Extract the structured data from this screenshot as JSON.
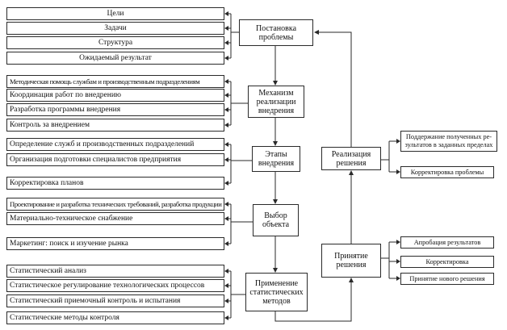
{
  "stages": {
    "problem": "Постановка\nпроблемы",
    "mechanism": "Механизм\nреализации\nвнедрения",
    "phases": "Этапы\nвнедрения",
    "object": "Выбор\nобъекта",
    "methods": "Применение\nстатистических\nметодов",
    "realization": "Реализация\nрешения",
    "decision": "Принятие\nрешения"
  },
  "problem_items": [
    "Цели",
    "Задачи",
    "Структура",
    "Ожидаемый результат"
  ],
  "mechanism_items": [
    "Методическая помощь службам и производственным подразделениям",
    "Координация работ по внедрению",
    "Разработка программы внедрения",
    "Контроль за внедрением"
  ],
  "phases_items": [
    "Определение служб и производственных подразделений",
    "Организация подготовки специалистов предприятия",
    "Корректировка планов"
  ],
  "object_items": [
    "Проектирование и разработка технических требований, разработка продукции",
    "Материально-техническое снабжение",
    "Маркетинг: поиск и изучение рынка"
  ],
  "methods_items": [
    "Статистический анализ",
    "Статистическое регулирование технологических процессов",
    "Статистический приемочный контроль и испытания",
    "Статистические методы контроля"
  ],
  "realization_items": [
    "Поддержание полученных ре-\nзультатов в заданных пределах",
    "Корректировка проблемы"
  ],
  "decision_items": [
    "Апробация результатов",
    "Корректировка",
    "Принятие нового решения"
  ]
}
